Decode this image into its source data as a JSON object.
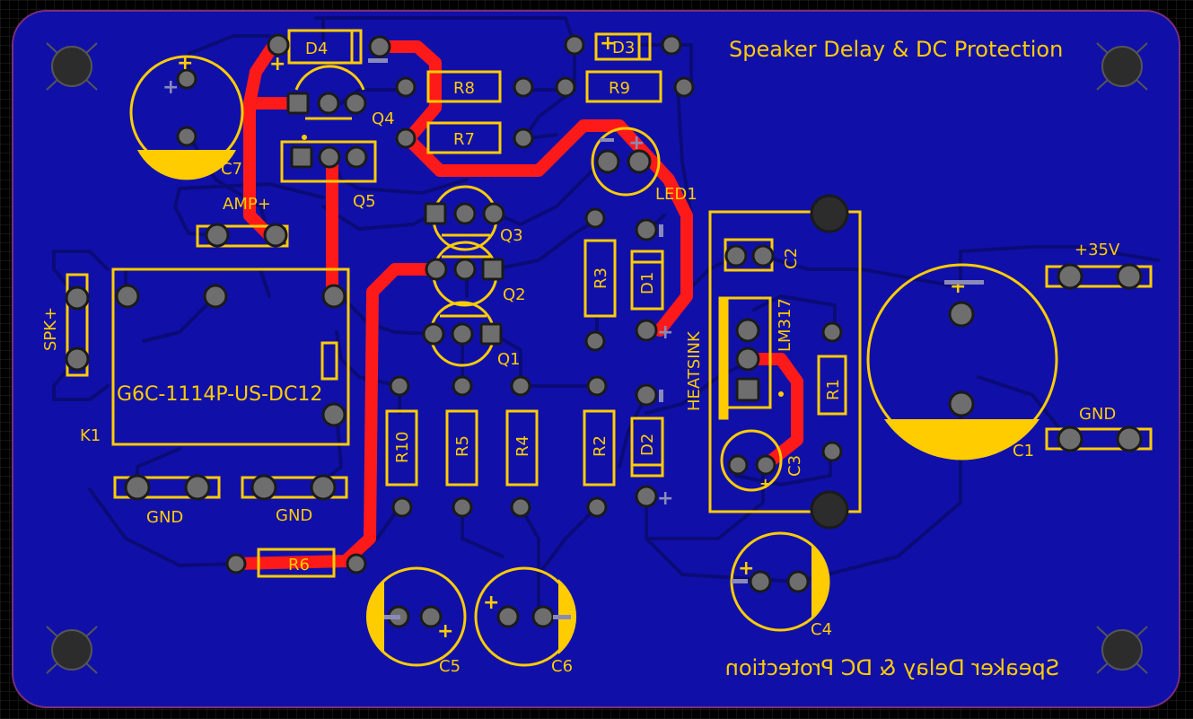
{
  "board": {
    "title_top": "Speaker Delay & DC Protection",
    "title_bottom_mirrored": "Speaker Delay & DC Protection",
    "colors": {
      "background": "#000000",
      "grid": "#2a2a2a",
      "board_fill": "#1010a8",
      "board_outline": "#7a2f7a",
      "silkscreen": "#ffcc00",
      "top_copper": "#ff1a1a",
      "bottom_trace": "#0c0c7c",
      "pad": "#6e6e6e",
      "mounting_hole": "#2c2c2c"
    }
  },
  "labels": {
    "D4": "D4",
    "D3": "D3",
    "R8": "R8",
    "R9": "R9",
    "R7": "R7",
    "Q4": "Q4",
    "Q5": "Q5",
    "C7": "C7",
    "LED1": "LED1",
    "AMP_plus": "AMP+",
    "Q3": "Q3",
    "Q2": "Q2",
    "Q1": "Q1",
    "R3": "R3",
    "D1": "D1",
    "C2": "C2",
    "LM317": "LM317",
    "plus35V": "+35V",
    "SPK_plus": "SPK+",
    "K1_part": "G6C-1114P-US-DC12",
    "K1": "K1",
    "HEATSINK": "HEATSINK",
    "R1": "R1",
    "GND_right": "GND",
    "C1": "C1",
    "R10": "R10",
    "R5": "R5",
    "R4": "R4",
    "R2": "R2",
    "D2": "D2",
    "C3": "C3",
    "GND_1": "GND",
    "GND_2": "GND",
    "R6": "R6",
    "C4": "C4",
    "C5": "C5",
    "C6": "C6"
  },
  "polarity": {
    "plus": "+",
    "minus": "−"
  }
}
